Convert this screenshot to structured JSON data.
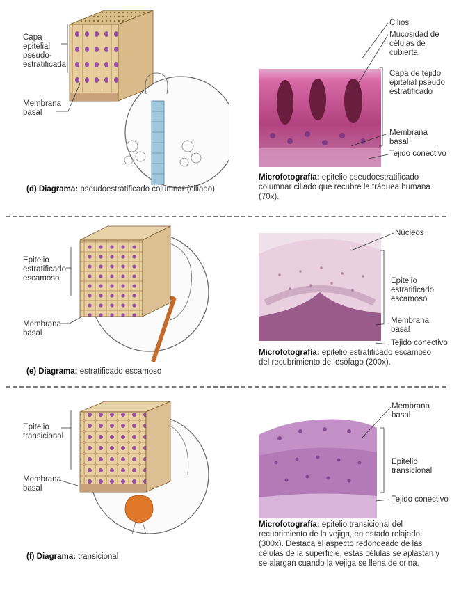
{
  "panels": [
    {
      "diagram_labels": [
        "Capa epitelial pseudo-estratificada",
        "Membrana basal"
      ],
      "diagram_caption_bold": "(d) Diagrama:",
      "diagram_caption_text": "pseudoestratificado columnar (ciliado)",
      "micro_labels": [
        "Cilios",
        "Mucosidad de células de cubierta",
        "Capa de tejido epitelial pseudo estratificado",
        "Membrana basal",
        "Tejido conectivo"
      ],
      "micro_caption_bold": "Microfotografía:",
      "micro_caption_text": "epitelio pseudoestratificado columnar ciliado que recubre la tráquea humana (70x)."
    },
    {
      "diagram_labels": [
        "Epitelio estratificado escamoso",
        "Membrana basal"
      ],
      "diagram_caption_bold": "(e) Diagrama:",
      "diagram_caption_text": "estratificado escamoso",
      "micro_labels": [
        "Núcleos",
        "Epitelio estratificado escamoso",
        "Membrana basal",
        "Tejido conectivo"
      ],
      "micro_caption_bold": "Microfotografía:",
      "micro_caption_text": "epitelio estratificado escamoso del recubrimiento del esófago (200x)."
    },
    {
      "diagram_labels": [
        "Epitelio transicional",
        "Membrana basal"
      ],
      "diagram_caption_bold": "(f) Diagrama:",
      "diagram_caption_text": "transicional",
      "micro_labels": [
        "Membrana basal",
        "Epitelio transicional",
        "Tejido conectivo"
      ],
      "micro_caption_bold": "Microfotografía:",
      "micro_caption_text": "epitelio transicional del recubrimiento de la vejiga, en estado relajado (300x). Destaca el aspecto redondeado de las células de la superficie, estas células se aplastan y se alargan cuando la vejiga se llena de orina."
    }
  ],
  "colors": {
    "tissue_pink": "#c9508f",
    "tissue_purple": "#7a3a8a",
    "cell_tan": "#e8cfa0",
    "nucleus": "#9a4fa6",
    "trachea_blue": "#9fc8dc",
    "bladder_orange": "#e0782a"
  }
}
